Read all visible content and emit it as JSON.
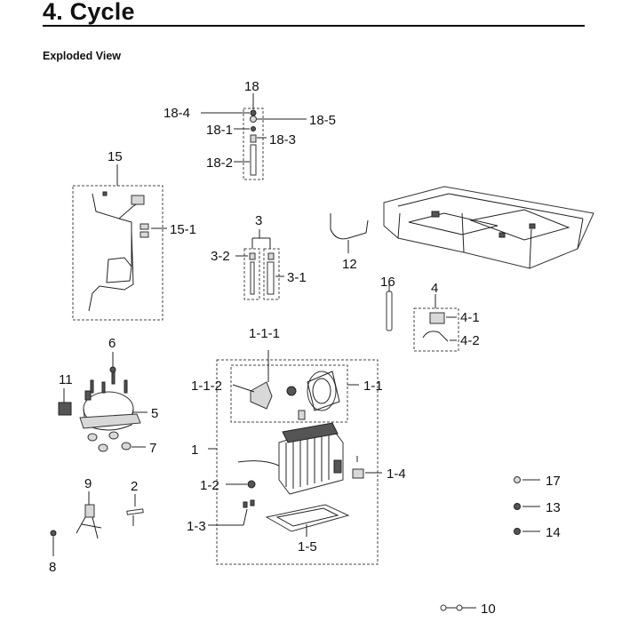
{
  "header": {
    "section_title": "4.  Cycle",
    "subtitle": "Exploded View"
  },
  "callouts": {
    "c1": "1",
    "c1_1": "1-1",
    "c1_1_1": "1-1-1",
    "c1_1_2": "1-1-2",
    "c1_2": "1-2",
    "c1_3": "1-3",
    "c1_4": "1-4",
    "c1_5": "1-5",
    "c2": "2",
    "c3": "3",
    "c3_1": "3-1",
    "c3_2": "3-2",
    "c4": "4",
    "c4_1": "4-1",
    "c4_2": "4-2",
    "c5": "5",
    "c6": "6",
    "c7": "7",
    "c8": "8",
    "c9": "9",
    "c10": "10",
    "c11": "11",
    "c12": "12",
    "c13": "13",
    "c14": "14",
    "c15": "15",
    "c15_1": "15-1",
    "c16": "16",
    "c17": "17",
    "c18": "18",
    "c18_1": "18-1",
    "c18_2": "18-2",
    "c18_3": "18-3",
    "c18_4": "18-4",
    "c18_5": "18-5"
  }
}
